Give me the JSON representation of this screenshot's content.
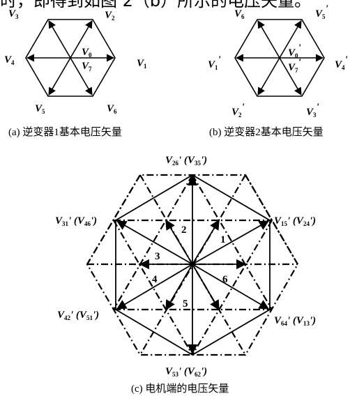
{
  "top_text": "时，即得到如图 2（b）所示的电压矢量。",
  "diagram_a": {
    "caption": "(a) 逆变器1基本电压矢量",
    "vectors": [
      {
        "name": "V",
        "sub": "1",
        "prime": ""
      },
      {
        "name": "V",
        "sub": "2",
        "prime": ""
      },
      {
        "name": "V",
        "sub": "3",
        "prime": ""
      },
      {
        "name": "V",
        "sub": "4",
        "prime": ""
      },
      {
        "name": "V",
        "sub": "5",
        "prime": ""
      },
      {
        "name": "V",
        "sub": "6",
        "prime": ""
      }
    ],
    "zero": [
      {
        "name": "V",
        "sub": "0"
      },
      {
        "name": "V",
        "sub": "7"
      }
    ]
  },
  "diagram_b": {
    "caption": "(b) 逆变器2基本电压矢量",
    "vectors": [
      {
        "name": "V",
        "sub": "1",
        "prime": "'"
      },
      {
        "name": "V",
        "sub": "2",
        "prime": "'"
      },
      {
        "name": "V",
        "sub": "3",
        "prime": "'"
      },
      {
        "name": "V",
        "sub": "4",
        "prime": "'"
      },
      {
        "name": "V",
        "sub": "5",
        "prime": "'"
      },
      {
        "name": "V",
        "sub": "6",
        "prime": "'"
      }
    ],
    "zero": [
      {
        "name": "V",
        "sub": "0",
        "prime": "'"
      },
      {
        "name": "V",
        "sub": "7",
        "prime": "'"
      }
    ]
  },
  "diagram_c": {
    "caption": "(c) 电机端的电压矢量",
    "vertex_labels": [
      {
        "a": "26",
        "b": "35"
      },
      {
        "a": "15",
        "b": "24"
      },
      {
        "a": "64",
        "b": "13"
      },
      {
        "a": "53",
        "b": "62"
      },
      {
        "a": "42",
        "b": "51"
      },
      {
        "a": "31",
        "b": "46"
      }
    ],
    "sector_numbers": [
      "1",
      "2",
      "3",
      "4",
      "5",
      "6"
    ]
  }
}
